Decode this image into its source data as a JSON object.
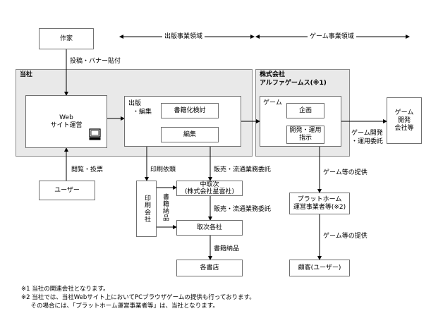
{
  "domains": {
    "publishing": "出版事業領域",
    "game": "ゲーム事業領域"
  },
  "regions": {
    "company": {
      "title": "当社"
    },
    "alpha": {
      "title_line1": "株式会社",
      "title_line2": "アルファゲームス(※1)"
    }
  },
  "boxes": {
    "author": "作家",
    "web_site_line1": "Web",
    "web_site_line2": "サイト運営",
    "publishing_line1": "出版",
    "publishing_line2": "・編集",
    "book_review": "書籍化検討",
    "editing": "編集",
    "game": "ゲーム",
    "planning": "企画",
    "dev_ops_line1": "開発・運用",
    "dev_ops_line2": "指示",
    "game_dev_company_line1": "ゲーム",
    "game_dev_company_line2": "開発",
    "game_dev_company_line3": "会社等",
    "user": "ユーザー",
    "printing_company": "印刷会社",
    "distributor_line1": "中取次",
    "distributor_line2": "(株式会社星雲社)",
    "wholesalers": "取次各社",
    "bookstores": "各書店",
    "platform_line1": "プラットホーム",
    "platform_line2": "運営事業者等(※2)",
    "customer": "顧客(ユーザー)"
  },
  "edges": {
    "submission": "投稿・バナー貼付",
    "browse_vote": "閲覧・投票",
    "print_request": "印刷依頼",
    "sales_outsourcing_1": "販売・流通業務委託",
    "sales_outsourcing_2": "販売・流通業務委託",
    "book_delivery_1": "書籍納品",
    "book_delivery_2": "書籍納品",
    "game_dev_outsourcing_line1": "ゲーム開発",
    "game_dev_outsourcing_line2": "・運用委託",
    "game_provision_1": "ゲーム等の提供",
    "game_provision_2": "ゲーム等の提供"
  },
  "notes": [
    "※1  当社の関連会社となります。",
    "※2  当社では、当社Webサイト上においてPCブラウザゲームの提供も行っております。",
    "     その場合には、「プラットホーム運営事業者等」は、当社となります。"
  ]
}
